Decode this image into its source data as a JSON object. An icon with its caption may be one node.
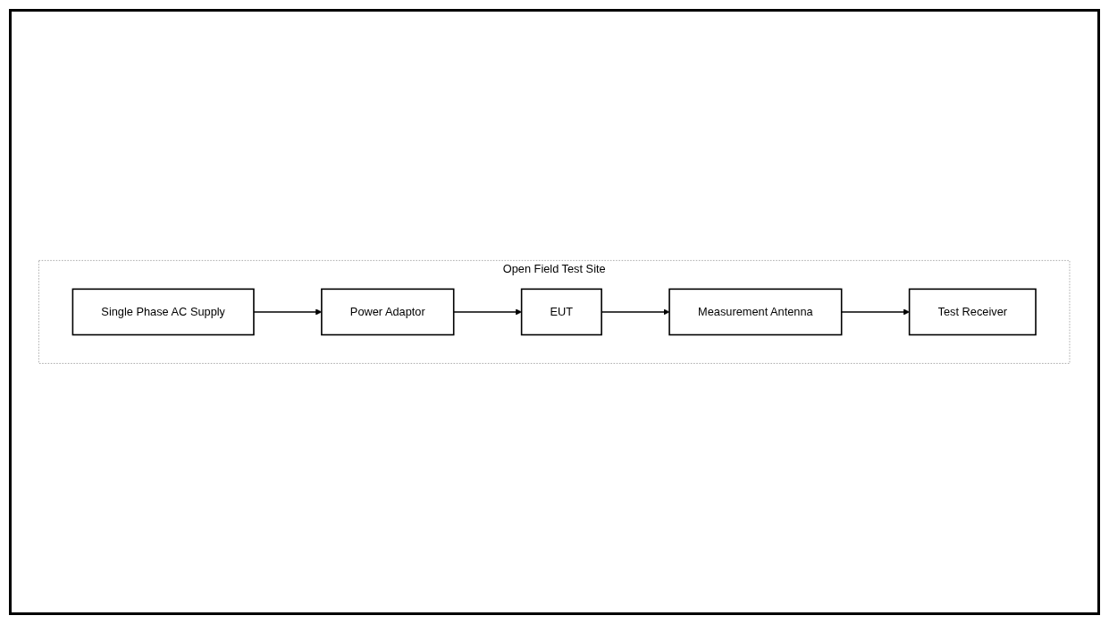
{
  "diagram": {
    "nodes": [
      {
        "text": [
          "Open Field Test Site"
        ]
      },
      {
        "text": [
          "EUT"
        ],
        "in": 0
      },
      {
        "text": [
          "Measurement Antenna"
        ],
        "in": 0
      },
      {
        "text": [
          "Test Receiver"
        ],
        "in": 0
      },
      {
        "text": [
          "Power Adaptor"
        ],
        "in": 0
      },
      {
        "text": [
          "Single Phase AC Supply"
        ],
        "in": 0
      }
    ],
    "edges": [
      {
        "from": 1,
        "to": 2,
        "arrow": "to"
      },
      {
        "from": 2,
        "to": 3,
        "arrow": "to"
      },
      {
        "from": 4,
        "to": 1,
        "arrow": "to"
      },
      {
        "from": 5,
        "to": 4,
        "arrow": "to"
      }
    ]
  }
}
